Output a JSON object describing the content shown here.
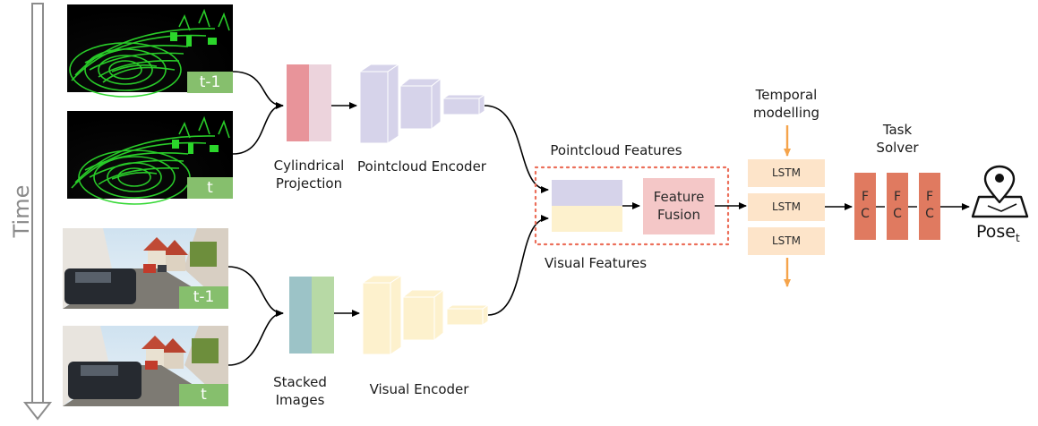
{
  "time_axis": {
    "label": "Time"
  },
  "frames": {
    "prev_label": "t-1",
    "curr_label": "t"
  },
  "pointcloud_branch": {
    "projection_label": "Cylindrical\nProjection",
    "encoder_label": "Pointcloud Encoder",
    "features_label": "Pointcloud Features"
  },
  "visual_branch": {
    "stacked_label": "Stacked\nImages",
    "encoder_label": "Visual Encoder",
    "features_label": "Visual Features"
  },
  "fusion": {
    "label": "Feature\nFusion"
  },
  "temporal": {
    "title": "Temporal\nmodelling",
    "cells": [
      "LSTM",
      "LSTM",
      "LSTM"
    ]
  },
  "task_solver": {
    "title": "Task\nSolver",
    "layers": [
      "F\nC",
      "F\nC",
      "F\nC"
    ]
  },
  "output": {
    "label": "Pose",
    "subscript": "t",
    "icon": "map-pin-icon"
  },
  "colors": {
    "pointcloud_green": "#2bd62b",
    "badge_green": "#86bf6d",
    "projection_red": "#e8949a",
    "projection_pink": "#ecd3dc",
    "encoder_purple": "#d6d3ea",
    "visual_yellow": "#fdf1cd",
    "stacked_teal": "#9cc3c7",
    "stacked_green": "#b7d9a5",
    "fusion_pink": "#f4c7c7",
    "lstm_fill": "#fde4c9",
    "fc_fill": "#e07a60",
    "orange_arrow": "#f5a44b",
    "dashed_border": "#ec6f5a"
  }
}
